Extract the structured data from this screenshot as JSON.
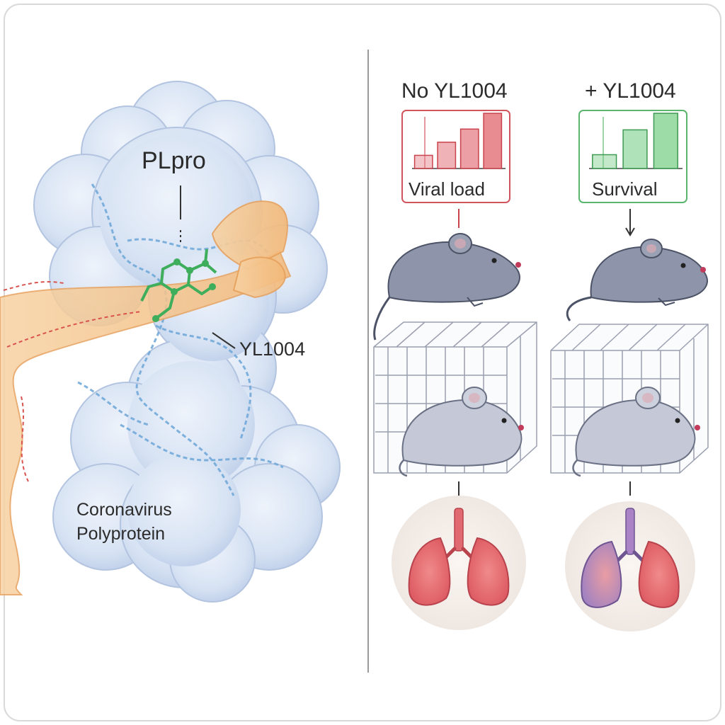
{
  "left_panel": {
    "protein_label": "PLpro",
    "compound_label": "YL1004",
    "substrate_label_line1": "Coronavirus",
    "substrate_label_line2": "Polyprotein"
  },
  "right_panel": {
    "control": {
      "heading": "No YL1004",
      "chart_caption": "Viral load",
      "accent_color": "#d2555e"
    },
    "treated": {
      "heading": "+ YL1004",
      "chart_caption": "Survival",
      "accent_color": "#5cb56e"
    }
  },
  "chart_data": [
    {
      "type": "bar",
      "title": "Viral load",
      "values": [
        1,
        2,
        3,
        4.2
      ],
      "color": "#e57f86",
      "xlabel": "",
      "ylabel": ""
    },
    {
      "type": "bar",
      "title": "Survival",
      "values": [
        1,
        2.8,
        4
      ],
      "color": "#7ccf8a",
      "xlabel": "",
      "ylabel": ""
    }
  ]
}
